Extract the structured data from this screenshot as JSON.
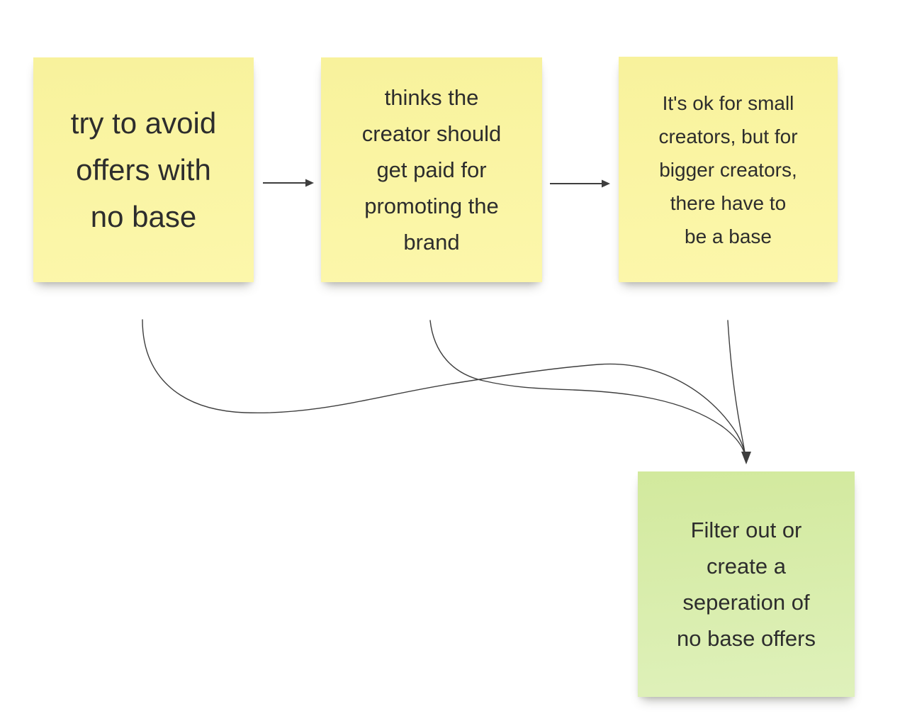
{
  "board": {
    "background": "#ffffff",
    "type": "sticky-note-whiteboard"
  },
  "notes": [
    {
      "id": "note-1",
      "color_name": "yellow",
      "lines": [
        "try to avoid",
        "offers with",
        "no base"
      ],
      "text": "try to avoid offers with no base"
    },
    {
      "id": "note-2",
      "color_name": "yellow",
      "lines": [
        "thinks the",
        "creator should",
        "get paid for",
        "promoting the",
        "brand"
      ],
      "text": "thinks the creator should get paid for promoting the brand"
    },
    {
      "id": "note-3",
      "color_name": "yellow",
      "lines": [
        "It's ok for small",
        "creators, but for",
        "bigger creators,",
        "there have to",
        "be a base"
      ],
      "text": "It's ok for small creators, but for bigger creators, there have to be a base"
    },
    {
      "id": "note-4",
      "color_name": "green",
      "lines": [
        "Filter out or",
        "create a",
        "seperation of",
        "no base offers"
      ],
      "text": "Filter out or create a seperation of no base offers"
    }
  ],
  "connectors": [
    {
      "id": "arrow-1",
      "from": "note-1",
      "to": "note-2",
      "style": "straight",
      "arrowhead": "right"
    },
    {
      "id": "arrow-2",
      "from": "note-2",
      "to": "note-3",
      "style": "straight",
      "arrowhead": "right"
    },
    {
      "id": "curve-1",
      "from": "note-1",
      "to": "note-4",
      "style": "curved",
      "arrowhead": "down"
    },
    {
      "id": "curve-2",
      "from": "note-2",
      "to": "note-4",
      "style": "curved",
      "arrowhead": "down"
    },
    {
      "id": "curve-3",
      "from": "note-3",
      "to": "note-4",
      "style": "curved",
      "arrowhead": "down"
    }
  ],
  "colors": {
    "note_yellow_top": "#f8f29c",
    "note_yellow_bottom": "#fcf7ab",
    "note_green_top": "#d2e99d",
    "note_green_bottom": "#dff1bb",
    "note_text": "#2d2d2d",
    "connector_line": "#3e3e3e"
  }
}
